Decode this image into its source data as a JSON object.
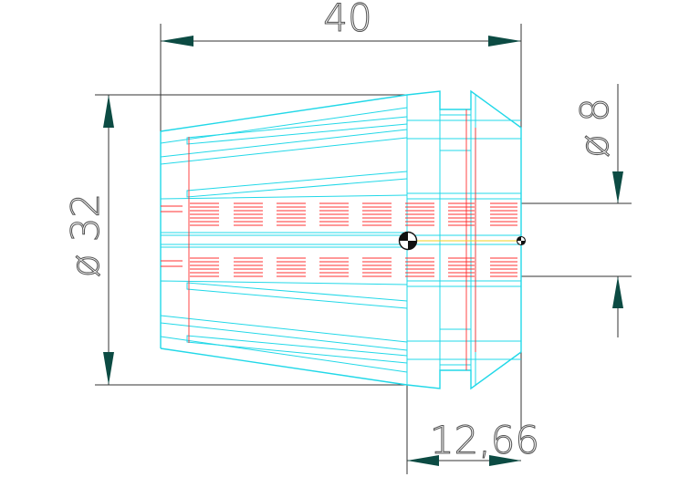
{
  "drawing": {
    "dimensions": {
      "length": "40",
      "outer_diameter": "ø 32",
      "bore_diameter": "ø 8",
      "head_length": "12,66"
    },
    "colors": {
      "outline": "#22d8e8",
      "hidden_lines": "#ff3030",
      "dimension_lines": "#333333",
      "arrows": "#0c4b43",
      "center_axis": "#f2d020",
      "dimension_text": "#555555"
    },
    "symbols": [
      "centroid-marker",
      "datum-point"
    ]
  }
}
